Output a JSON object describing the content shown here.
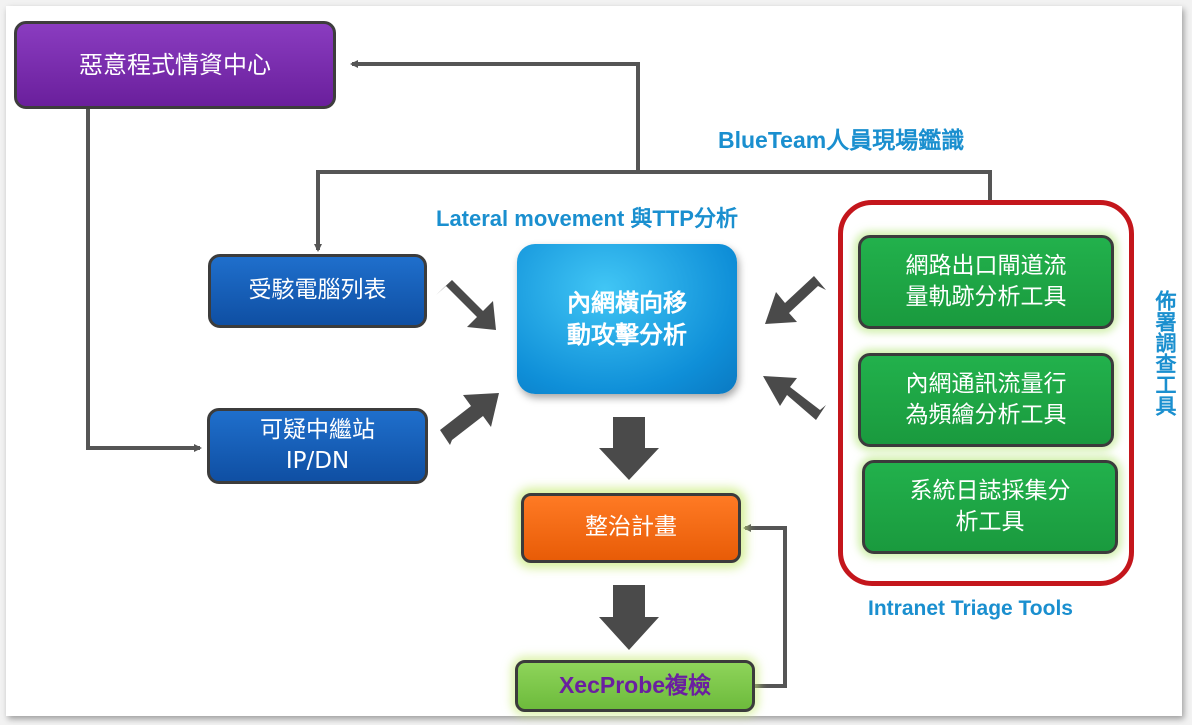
{
  "nodes": {
    "malware_intel_center": "惡意程式情資中心",
    "infected_pc_list": "受駭電腦列表",
    "suspicious_relay_line1": "可疑中繼站",
    "suspicious_relay_line2": "IP/DN",
    "lateral_analysis_line1": "內網橫向移",
    "lateral_analysis_line2": "動攻擊分析",
    "remediation_plan": "整治計畫",
    "xecprobe_recheck": "XecProbe複檢",
    "gateway_traffic_line1": "網路出口閘道流",
    "gateway_traffic_line2": "量軌跡分析工具",
    "intranet_comm_line1": "內網通訊流量行",
    "intranet_comm_line2": "為頻繪分析工具",
    "syslog_line1": "系統日誌採集分",
    "syslog_line2": "析工具"
  },
  "labels": {
    "blueteam": "BlueTeam人員現場鑑識",
    "lateral_ttp": "Lateral movement 與TTP分析",
    "deploy_tools": "佈署調查工具",
    "intranet_triage": "Intranet Triage Tools"
  },
  "colors": {
    "purple": "#7a2db0",
    "blue": "#1560b8",
    "cyan": "#1a9fe0",
    "orange": "#f26b12",
    "light_green": "#7cc448",
    "green": "#1fa545",
    "red_frame": "#c4161c",
    "label_blue": "#1a8fcf",
    "connector": "#4d4d4d"
  }
}
